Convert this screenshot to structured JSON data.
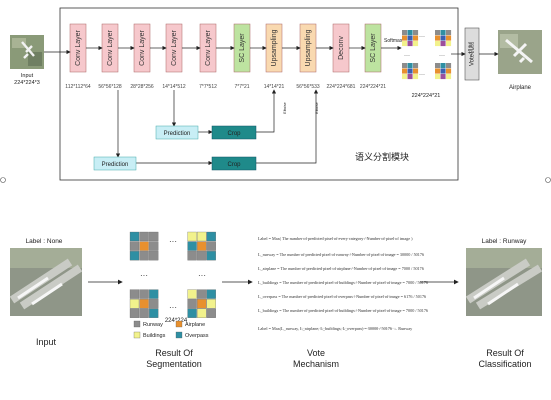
{
  "top": {
    "input": {
      "label": "Input",
      "dims": "224*224*3"
    },
    "layers": [
      {
        "label": "Conv Layer",
        "type": "conv",
        "dims": "112*112*64"
      },
      {
        "label": "Conv Layer",
        "type": "conv",
        "dims": "56*56*128"
      },
      {
        "label": "Conv Layer",
        "type": "conv",
        "dims": "28*28*256"
      },
      {
        "label": "Conv Layer",
        "type": "conv",
        "dims": "14*14*512"
      },
      {
        "label": "Conv Layer",
        "type": "conv",
        "dims": "7*7*512"
      },
      {
        "label": "SC Layer",
        "type": "sc",
        "dims": "7*7*21"
      },
      {
        "label": "Upsampling",
        "type": "up",
        "dims": "14*14*21"
      },
      {
        "label": "Upsampling",
        "type": "up",
        "dims": "56*56*533"
      },
      {
        "label": "Deconv",
        "type": "deconv",
        "dims": "224*224*681"
      },
      {
        "label": "SC Layer",
        "type": "sc",
        "dims": "224*224*21"
      }
    ],
    "softmax_label": "Softmax",
    "grid_dims": "224*224*21",
    "vote_label": "Vote机制",
    "output_label": "Airplane",
    "prediction_label": "Prediction",
    "crop_label": "Crop",
    "elemwise_label": "Eltwise",
    "module_title": "语义分割模块"
  },
  "bottom": {
    "input": {
      "tag": "Label : None",
      "caption": "Input"
    },
    "segmentation": {
      "size_label": "224*224",
      "caption_line1": "Result Of",
      "caption_line2": "Segmentation",
      "legend": [
        {
          "name": "Runway",
          "color": "#8c8c8c"
        },
        {
          "name": "Airplane",
          "color": "#e8902e"
        },
        {
          "name": "Buildings",
          "color": "#f2f28c"
        },
        {
          "name": "Overpass",
          "color": "#2e8fa3"
        }
      ]
    },
    "vote": {
      "caption_line1": "Vote",
      "caption_line2": "Mechanism",
      "formulas": [
        "Label = Max( The number of predicted pixel of every category / Number of pixel of image )",
        "L_runway = The number of predicted pixel of runway / Number of pixel of image = 30000 / 50176",
        "L_airplane = The number of predicted pixel of airplane / Number of pixel of image = 7000 / 50176",
        "L_buildings = The number of predicted pixel of buildings / Number of pixel of image = 7000 / 50176",
        "L_overpass = The number of predicted pixel of overpass / Number of pixel of image = 6176 / 50176",
        "L_buildings = The number of predicted pixel of buildings / Number of pixel of image = 7000 / 50176",
        "Label = Max(L_runway, L_airplane, L_buildings, L_overpass) = 30000 / 50176 → Runway"
      ]
    },
    "output": {
      "tag": "Label : Runway",
      "caption_line1": "Result Of",
      "caption_line2": "Classification"
    }
  },
  "colors": {
    "conv": "#f6c8cc",
    "sc": "#bde3a0",
    "up": "#f9d9b0",
    "deconv": "#f6c8cc",
    "vote": "#dcdcdc",
    "prediction": "#c8eef5",
    "crop": "#1f8a8a"
  }
}
